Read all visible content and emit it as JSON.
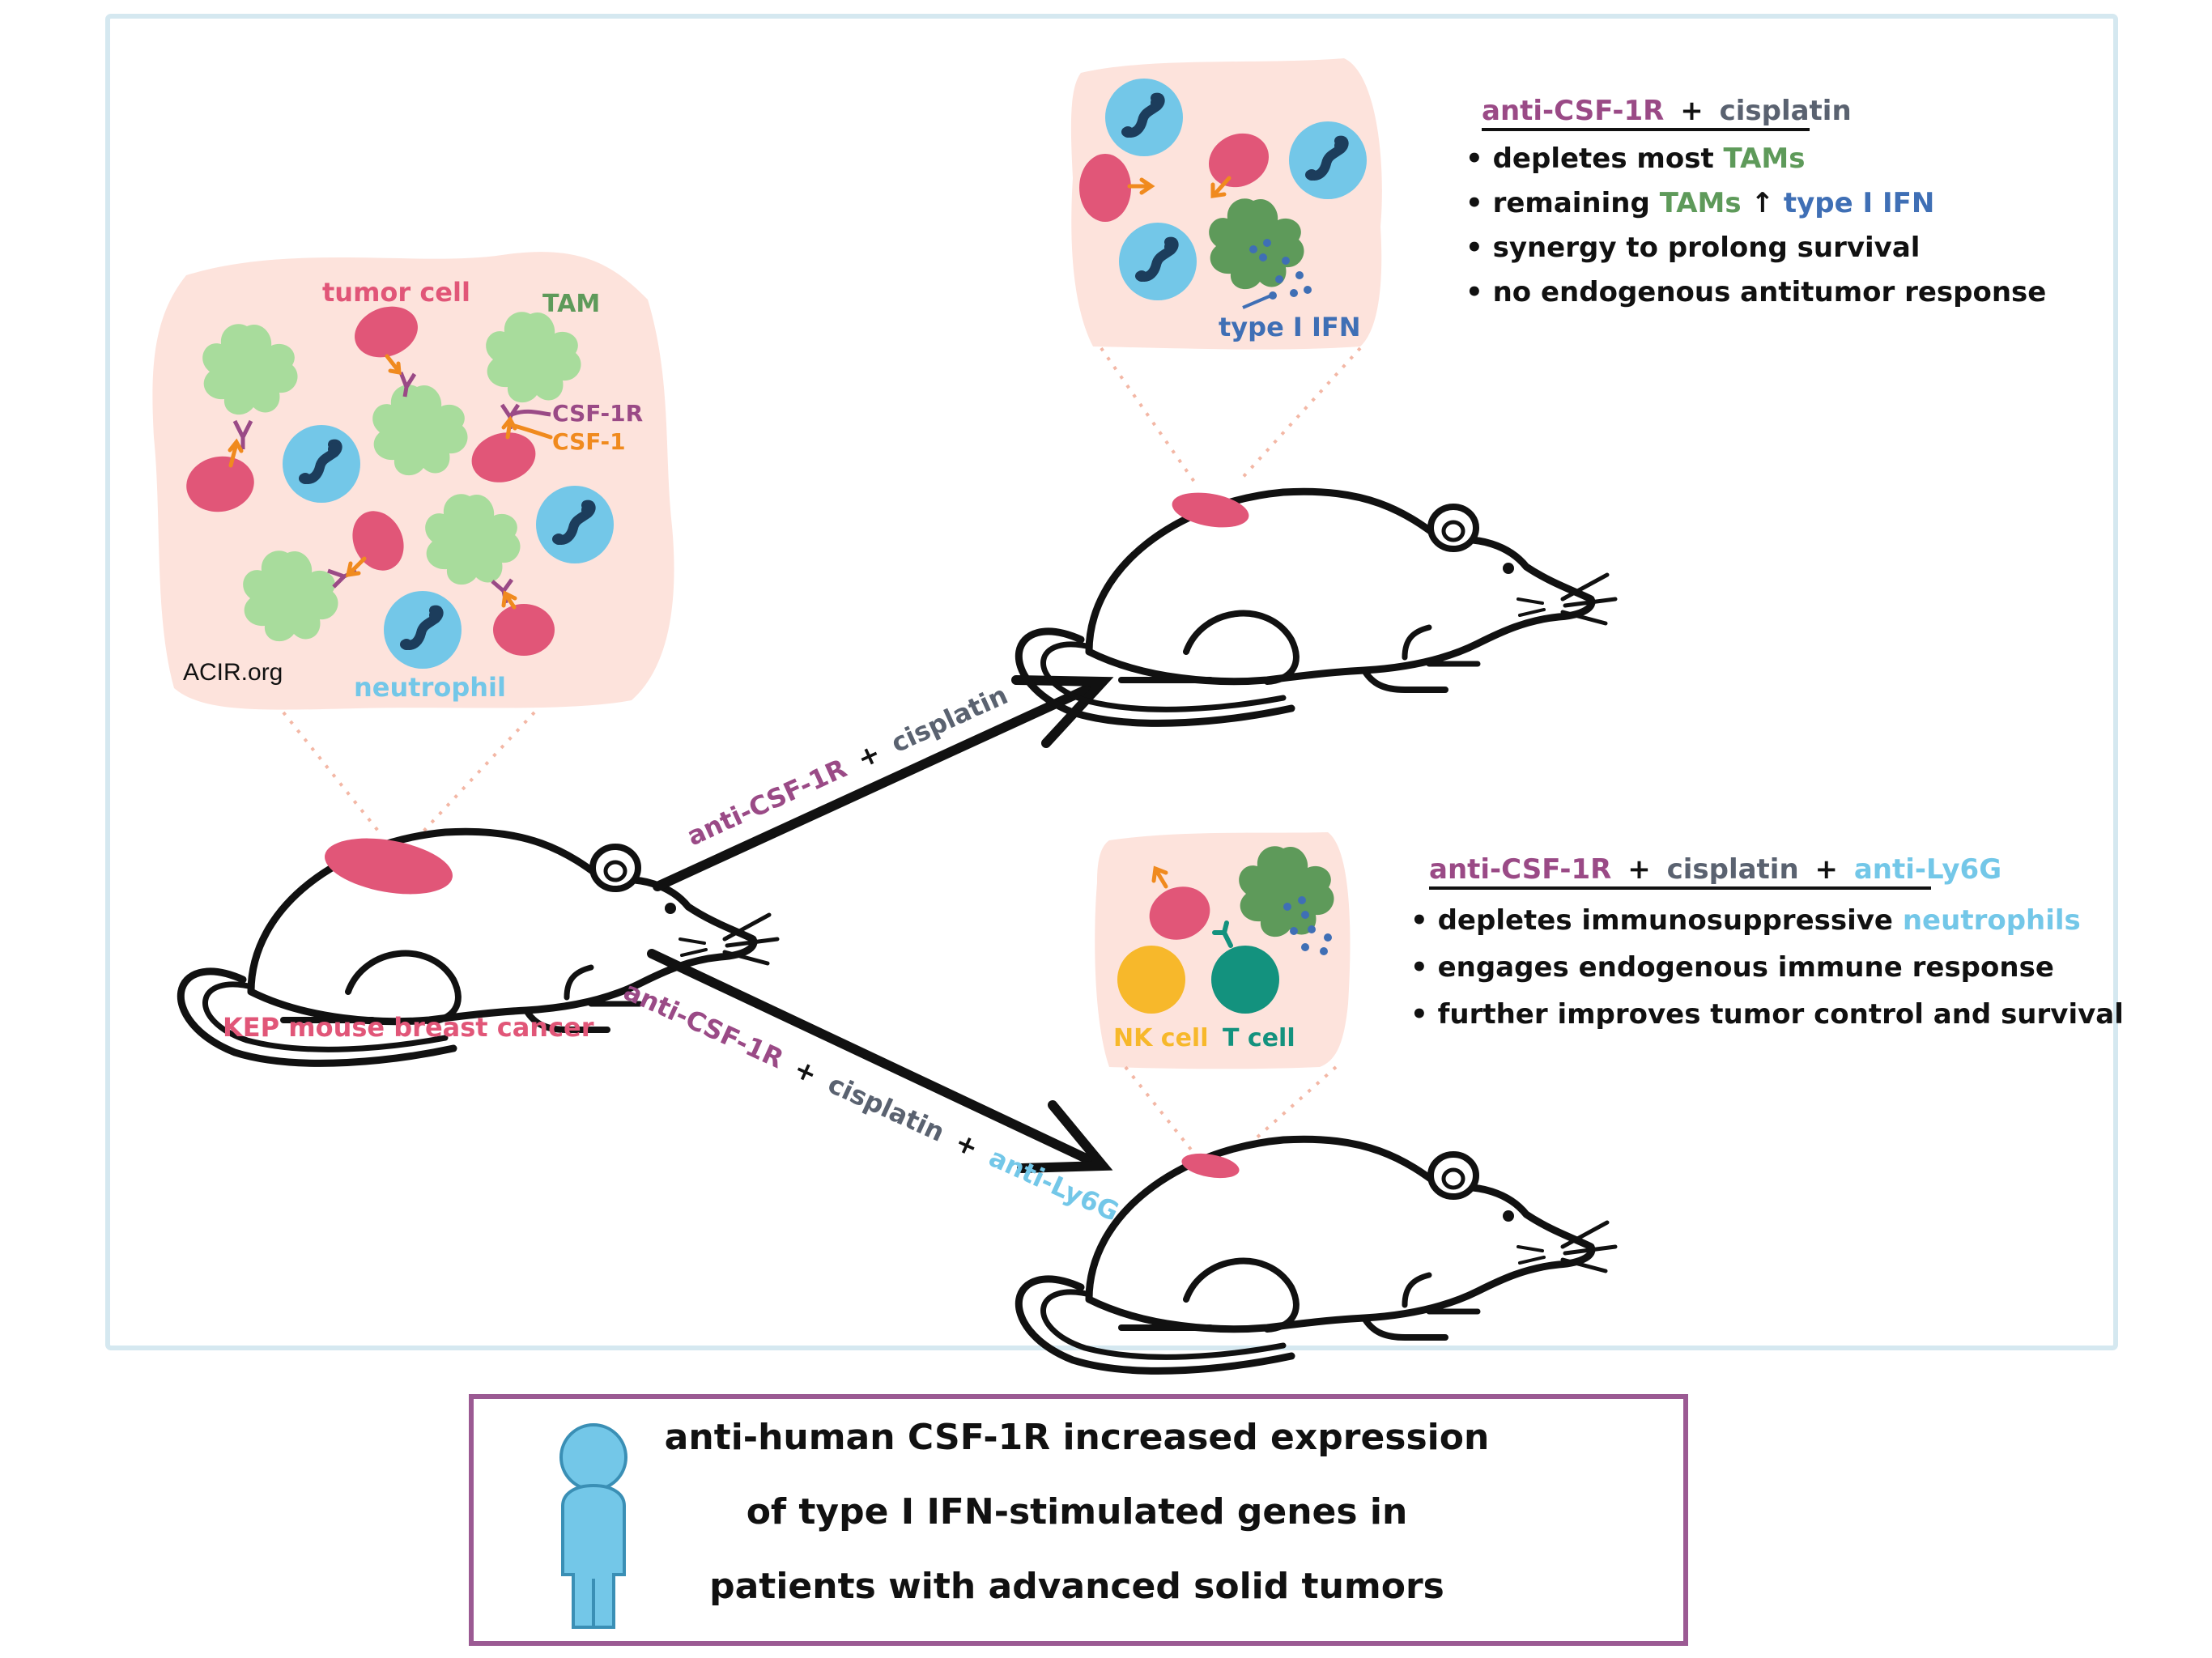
{
  "colors": {
    "magenta": "#9a4a86",
    "gray": "#5a6270",
    "green": "#5e9a5a",
    "blue": "#3f6fb5",
    "cyan": "#73c7e8",
    "pink": "#e15678",
    "orange": "#f08a1e",
    "yellow": "#f7b82b",
    "teal": "#13927e",
    "blob": "#fde3dc",
    "frame": "#d5e8f0",
    "box": "#9b5a93"
  },
  "diagram": {
    "left_tumor": {
      "tumor_cell": "tumor cell",
      "tam": "TAM",
      "csf1r": "CSF-1R",
      "csf1": "CSF-1",
      "neutrophil": "neutrophil",
      "watermark": "ACIR.org"
    },
    "start_mouse_label": "KEP mouse breast cancer",
    "arrow_upper": {
      "drug1": "anti-CSF-1R",
      "plus1": "+",
      "drug2": "cisplatin"
    },
    "arrow_lower": {
      "drug1": "anti-CSF-1R",
      "plus1": "+",
      "drug2": "cisplatin",
      "plus2": "+",
      "drug3": "anti-Ly6G"
    },
    "upper_tumor": {
      "ifn_label": "type I IFN"
    },
    "lower_tumor": {
      "nk_label": "NK cell",
      "t_label": "T cell"
    },
    "upper_box": {
      "title_drug1": "anti-CSF-1R",
      "title_plus": "+",
      "title_drug2": "cisplatin",
      "b1_text": "depletes most",
      "b1_hl": "TAMs",
      "b2_text": "remaining",
      "b2_hl1": "TAMs",
      "b2_arrow": "↑",
      "b2_hl2": "type I IFN",
      "b3": "synergy to prolong survival",
      "b4": "no endogenous antitumor response"
    },
    "lower_box": {
      "title_drug1": "anti-CSF-1R",
      "title_plus1": "+",
      "title_drug2": "cisplatin",
      "title_plus2": "+",
      "title_drug3": "anti-Ly6G",
      "b1_text": "depletes immunosuppressive",
      "b1_hl": "neutrophils",
      "b2": "engages endogenous immune response",
      "b3": "further improves tumor control and survival"
    },
    "bottom_box": {
      "line1": "anti-human CSF-1R increased expression",
      "line2": "of type I IFN-stimulated genes in",
      "line3": "patients with advanced solid tumors"
    }
  }
}
